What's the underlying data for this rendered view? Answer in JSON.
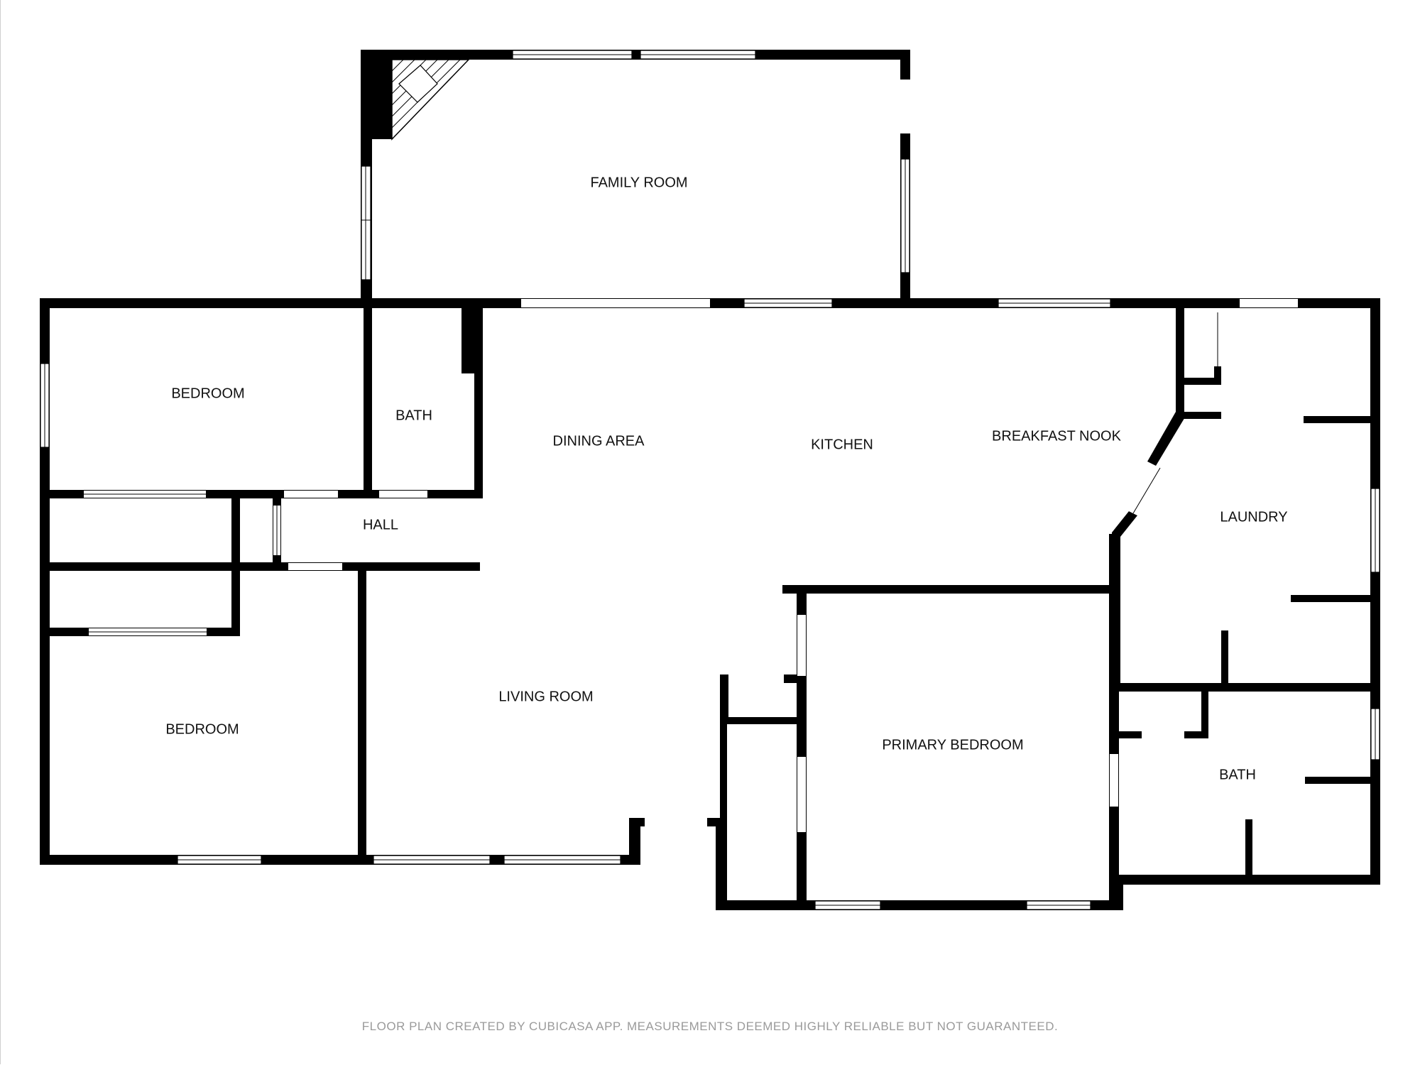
{
  "rooms": {
    "family_room": "FAMILY ROOM",
    "bedroom_top": "BEDROOM",
    "bath_top": "BATH",
    "dining_area": "DINING AREA",
    "kitchen": "KITCHEN",
    "breakfast_nook": "BREAKFAST NOOK",
    "hall": "HALL",
    "laundry": "LAUNDRY",
    "bedroom_bottom": "BEDROOM",
    "living_room": "LIVING ROOM",
    "primary_bedroom": "PRIMARY BEDROOM",
    "bath_right": "BATH"
  },
  "footer": {
    "note": "FLOOR PLAN CREATED BY CUBICASA APP. MEASUREMENTS DEEMED HIGHLY RELIABLE BUT NOT GUARANTEED."
  },
  "colors": {
    "wall": "#000000",
    "background": "#ffffff",
    "footer_text": "#9a9a9a"
  }
}
